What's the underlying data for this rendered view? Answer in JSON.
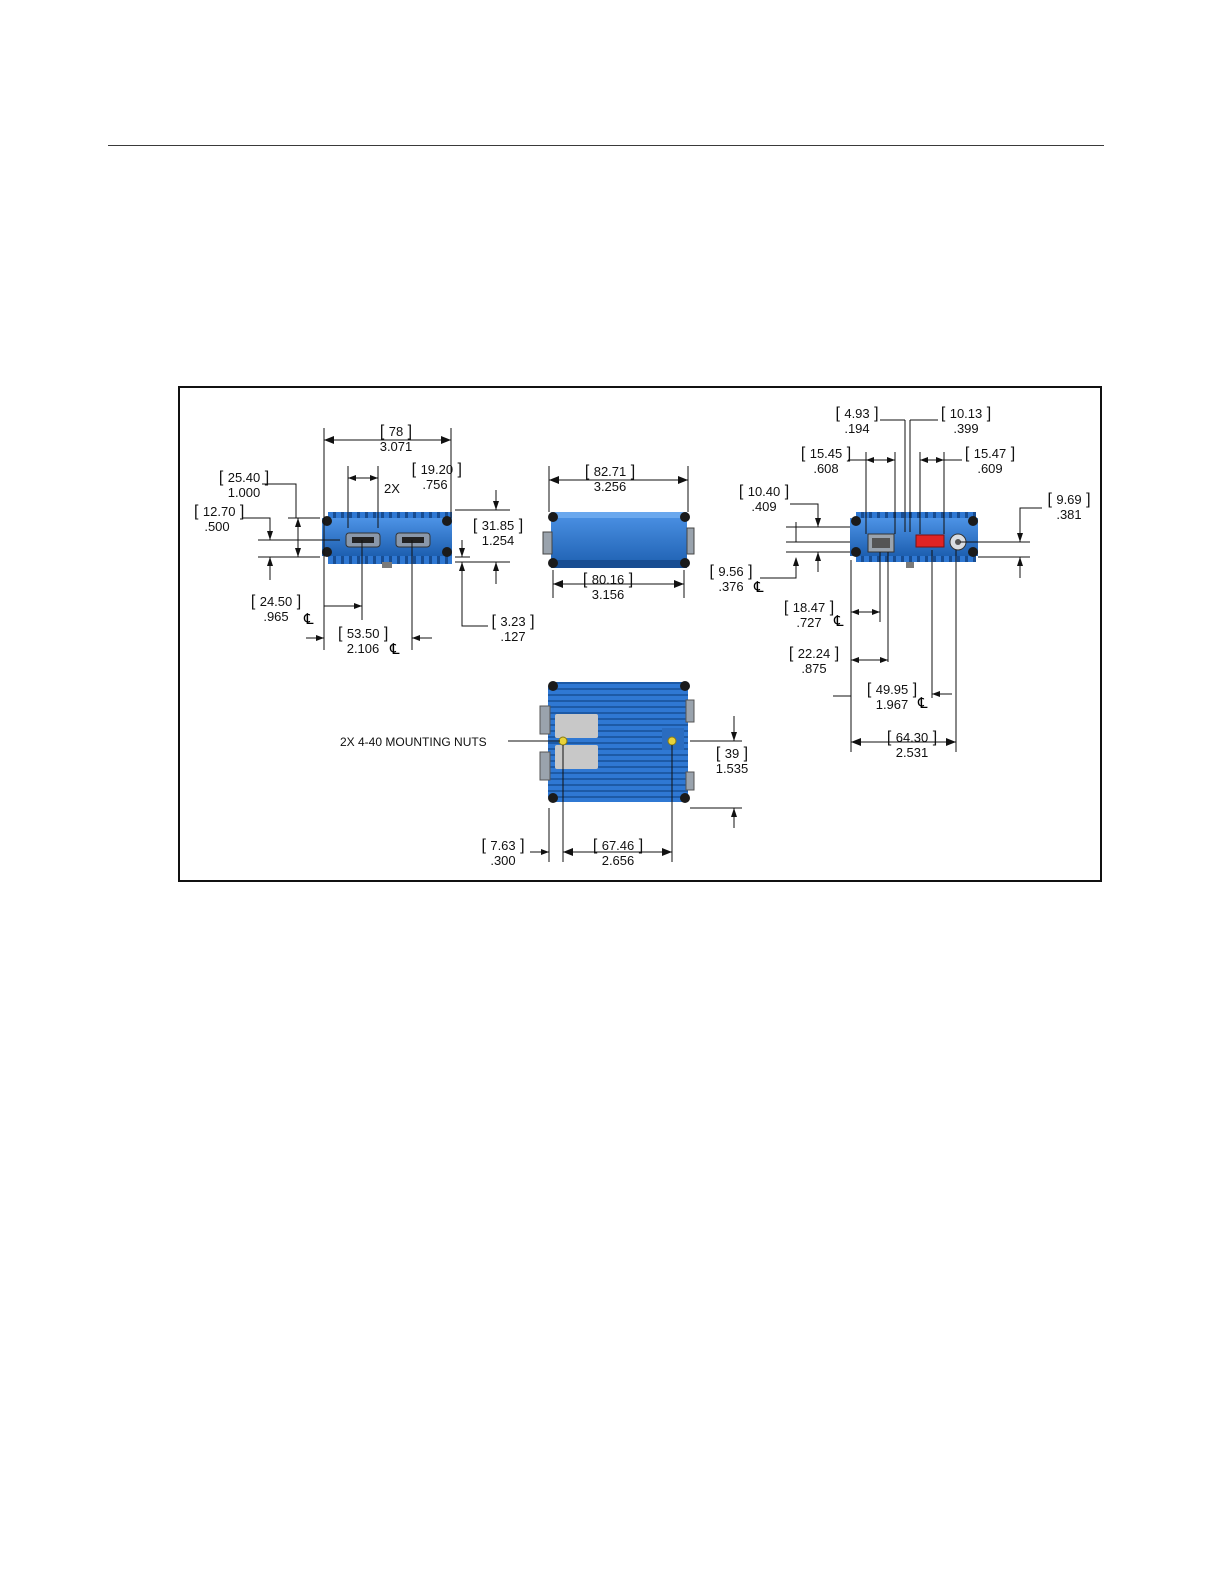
{
  "drawing": {
    "callout": "2X 4-40 MOUNTING NUTS",
    "colors": {
      "body": "#2f78d3",
      "body_dark": "#1d5fb0",
      "fin": "#163f7a",
      "label_plate": "#c8c8c8",
      "connector_red": "#e02424"
    },
    "icon": "centerline-symbol",
    "front_view": {
      "width": {
        "mm": "78",
        "in": "3.071"
      },
      "connector_pitch": {
        "qty": "2X",
        "mm": "19.20",
        "in": ".756"
      },
      "height": {
        "mm": "25.40",
        "in": "1.000"
      },
      "half_height": {
        "mm": "12.70",
        "in": ".500"
      },
      "overall_height": {
        "mm": "31.85",
        "in": "1.254"
      },
      "fin_offset": {
        "mm": "3.23",
        "in": ".127"
      },
      "conn1_center": {
        "mm": "24.50",
        "in": ".965"
      },
      "conn2_center": {
        "mm": "53.50",
        "in": "2.106"
      }
    },
    "side_view": {
      "overall_length": {
        "mm": "82.71",
        "in": "3.256"
      },
      "body_length": {
        "mm": "80.16",
        "in": "3.156"
      }
    },
    "top_view": {
      "width": {
        "mm": "39",
        "in": "1.535"
      },
      "nut_offset": {
        "mm": "7.63",
        "in": ".300"
      },
      "nut_spacing": {
        "mm": "67.46",
        "in": "2.656"
      }
    },
    "rear_view": {
      "d1": {
        "mm": "4.93",
        "in": ".194"
      },
      "d2": {
        "mm": "10.13",
        "in": ".399"
      },
      "d3": {
        "mm": "15.45",
        "in": ".608"
      },
      "d4": {
        "mm": "15.47",
        "in": ".609"
      },
      "d5": {
        "mm": "10.40",
        "in": ".409"
      },
      "d6": {
        "mm": "9.69",
        "in": ".381"
      },
      "d7": {
        "mm": "9.56",
        "in": ".376"
      },
      "d8": {
        "mm": "18.47",
        "in": ".727"
      },
      "d9": {
        "mm": "22.24",
        "in": ".875"
      },
      "d10": {
        "mm": "49.95",
        "in": "1.967"
      },
      "d11": {
        "mm": "64.30",
        "in": "2.531"
      }
    }
  }
}
